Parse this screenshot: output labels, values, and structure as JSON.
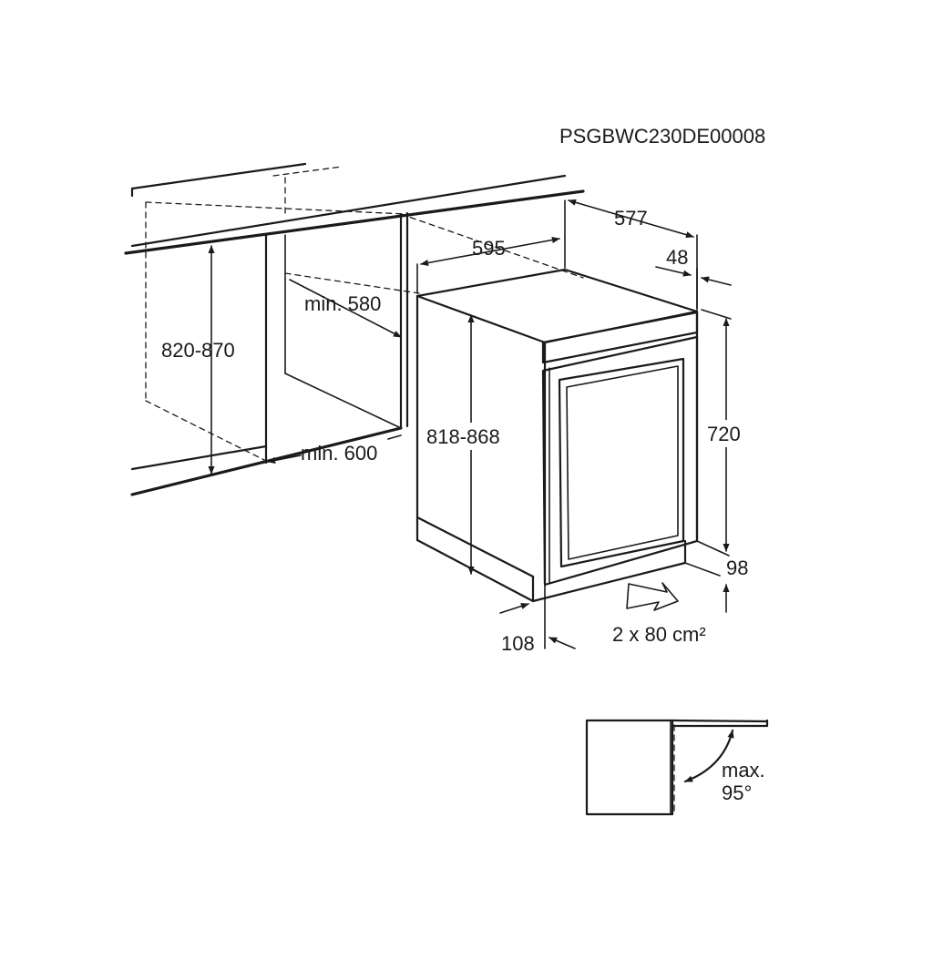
{
  "drawing": {
    "code": "PSGBWC230DE00008",
    "dimensions": {
      "niche_height": "820-870",
      "niche_depth_min": "min. 580",
      "niche_width_min": "min. 600",
      "appliance_width": "595",
      "appliance_depth": "577",
      "door_depth": "48",
      "appliance_height": "818-868",
      "door_height": "720",
      "plinth_height": "98",
      "plinth_depth": "108",
      "ventilation": "2 x 80 cm²"
    },
    "door_detail": {
      "max_label": "max.",
      "max_angle": "95°"
    }
  }
}
